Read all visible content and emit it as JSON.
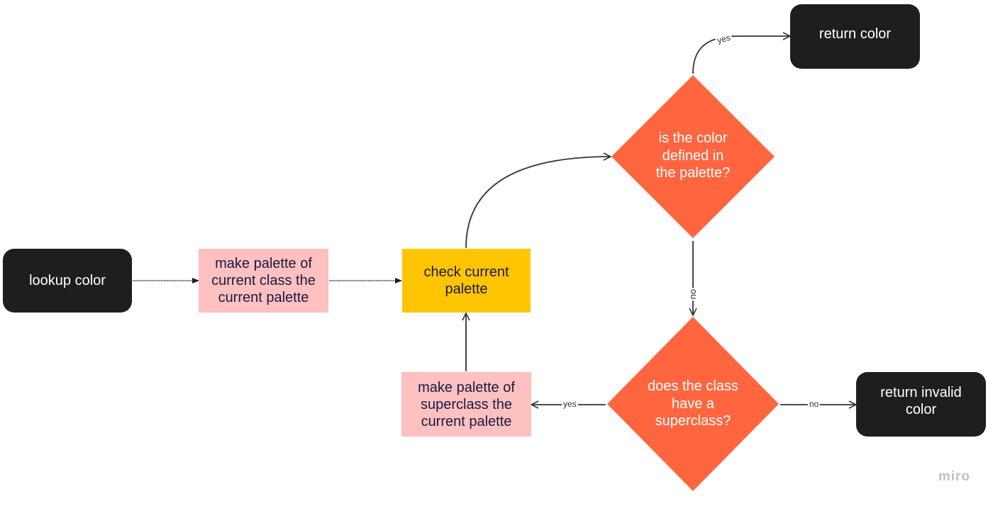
{
  "nodes": {
    "lookup_color": "lookup color",
    "make_palette_current": "make palette of current class the current palette",
    "check_current_palette": "check current palette",
    "is_color_defined": "is the color defined in the palette?",
    "does_class_have_superclass": "does the class have a superclass?",
    "make_palette_superclass": "make palette of superclass the current palette",
    "return_color": "return color",
    "return_invalid_color": "return invalid color"
  },
  "edge_labels": {
    "defined_yes": "yes",
    "defined_no": "no",
    "superclass_yes": "yes",
    "superclass_no": "no"
  },
  "watermark": "miro",
  "colors": {
    "terminal": "#1e1e1e",
    "process_pink": "#ffc0c0",
    "process_yellow": "#ffc500",
    "decision_orange": "#ff6640",
    "edge": "#333333"
  }
}
